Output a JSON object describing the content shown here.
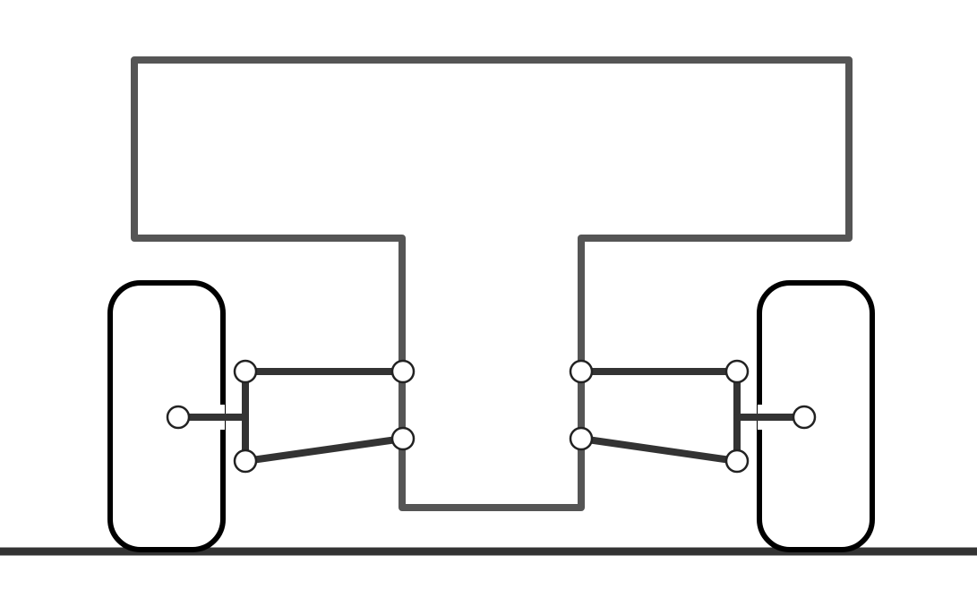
{
  "diagram": {
    "type": "double-wishbone-suspension-schematic",
    "colors": {
      "body": "#555555",
      "arms": "#333333",
      "wheel_outline": "#000000",
      "pivot_fill": "#ffffff",
      "pivot_stroke": "#222222",
      "ground": "#333333",
      "background": "#ffffff"
    },
    "parts": [
      "chassis-body",
      "left-wheel",
      "right-wheel",
      "left-upper-arm",
      "left-lower-arm",
      "left-upright",
      "left-hub",
      "right-upper-arm",
      "right-lower-arm",
      "right-upright",
      "right-hub",
      "ground-line"
    ]
  }
}
